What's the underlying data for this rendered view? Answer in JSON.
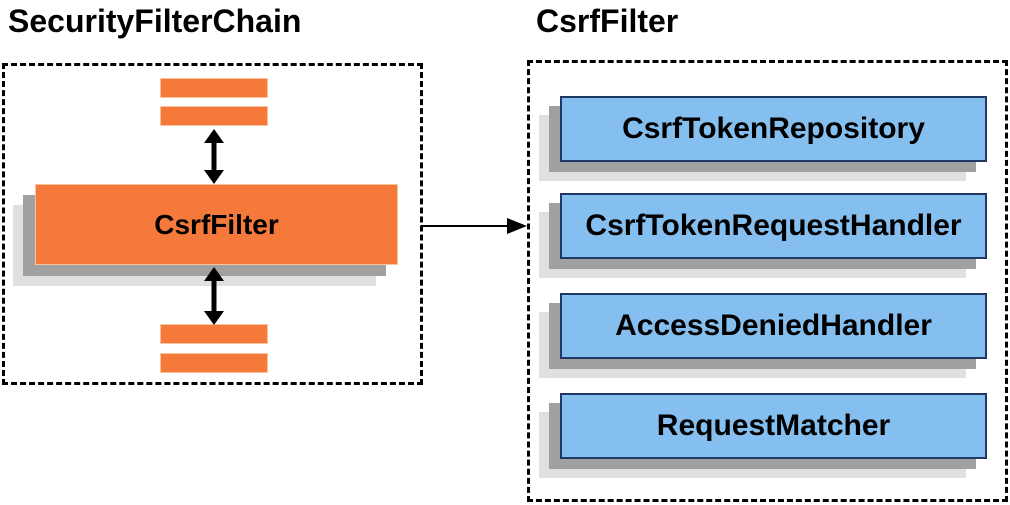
{
  "left_panel": {
    "title": "SecurityFilterChain",
    "filter_box": {
      "label": "CsrfFilter"
    }
  },
  "right_panel": {
    "title": "CsrfFilter",
    "components": [
      {
        "label": "CsrfTokenRepository"
      },
      {
        "label": "CsrfTokenRequestHandler"
      },
      {
        "label": "AccessDeniedHandler"
      },
      {
        "label": "RequestMatcher"
      }
    ]
  },
  "colors": {
    "box_orange": "#f4793b",
    "orange_border": "#f9c49c",
    "box_blue": "#85bff0",
    "blue_border": "#1f3864",
    "shadow_dark": "#a0a0a0",
    "shadow_light": "#e0e0e0",
    "arrow_black": "#000000"
  }
}
